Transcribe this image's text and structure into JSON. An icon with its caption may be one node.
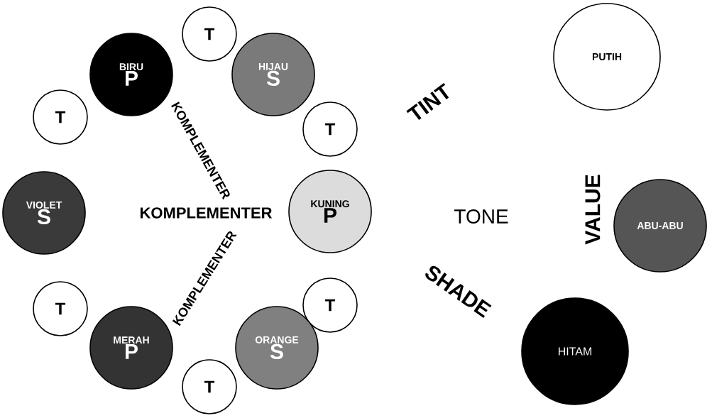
{
  "diagram": {
    "nodes": [
      {
        "text": [
          "BIRU",
          "P"
        ]
      },
      {
        "text": [
          "T"
        ]
      },
      {
        "text": [
          "HIJAU",
          "S"
        ]
      },
      {
        "text": [
          "PUTIH"
        ]
      },
      {
        "text": [
          "T"
        ]
      },
      {
        "text": [
          "T"
        ]
      },
      {
        "text": [
          "VIOLET",
          "S"
        ]
      },
      {
        "text": [
          "KUNING",
          "P"
        ]
      },
      {
        "text": [
          "ABU-ABU"
        ]
      },
      {
        "text": [
          "T"
        ]
      },
      {
        "text": [
          "T"
        ]
      },
      {
        "text": [
          "MERAH",
          "P"
        ]
      },
      {
        "text": [
          "ORANGE",
          "S"
        ]
      },
      {
        "text": [
          "HITAM"
        ]
      },
      {
        "text": [
          "T"
        ]
      }
    ],
    "labels": [
      "KOMPLEMENTER",
      "KOMPLEMENTER",
      "KOMPLEMENTER",
      "TINT",
      "TONE",
      "SHADE",
      "VALUE"
    ]
  }
}
